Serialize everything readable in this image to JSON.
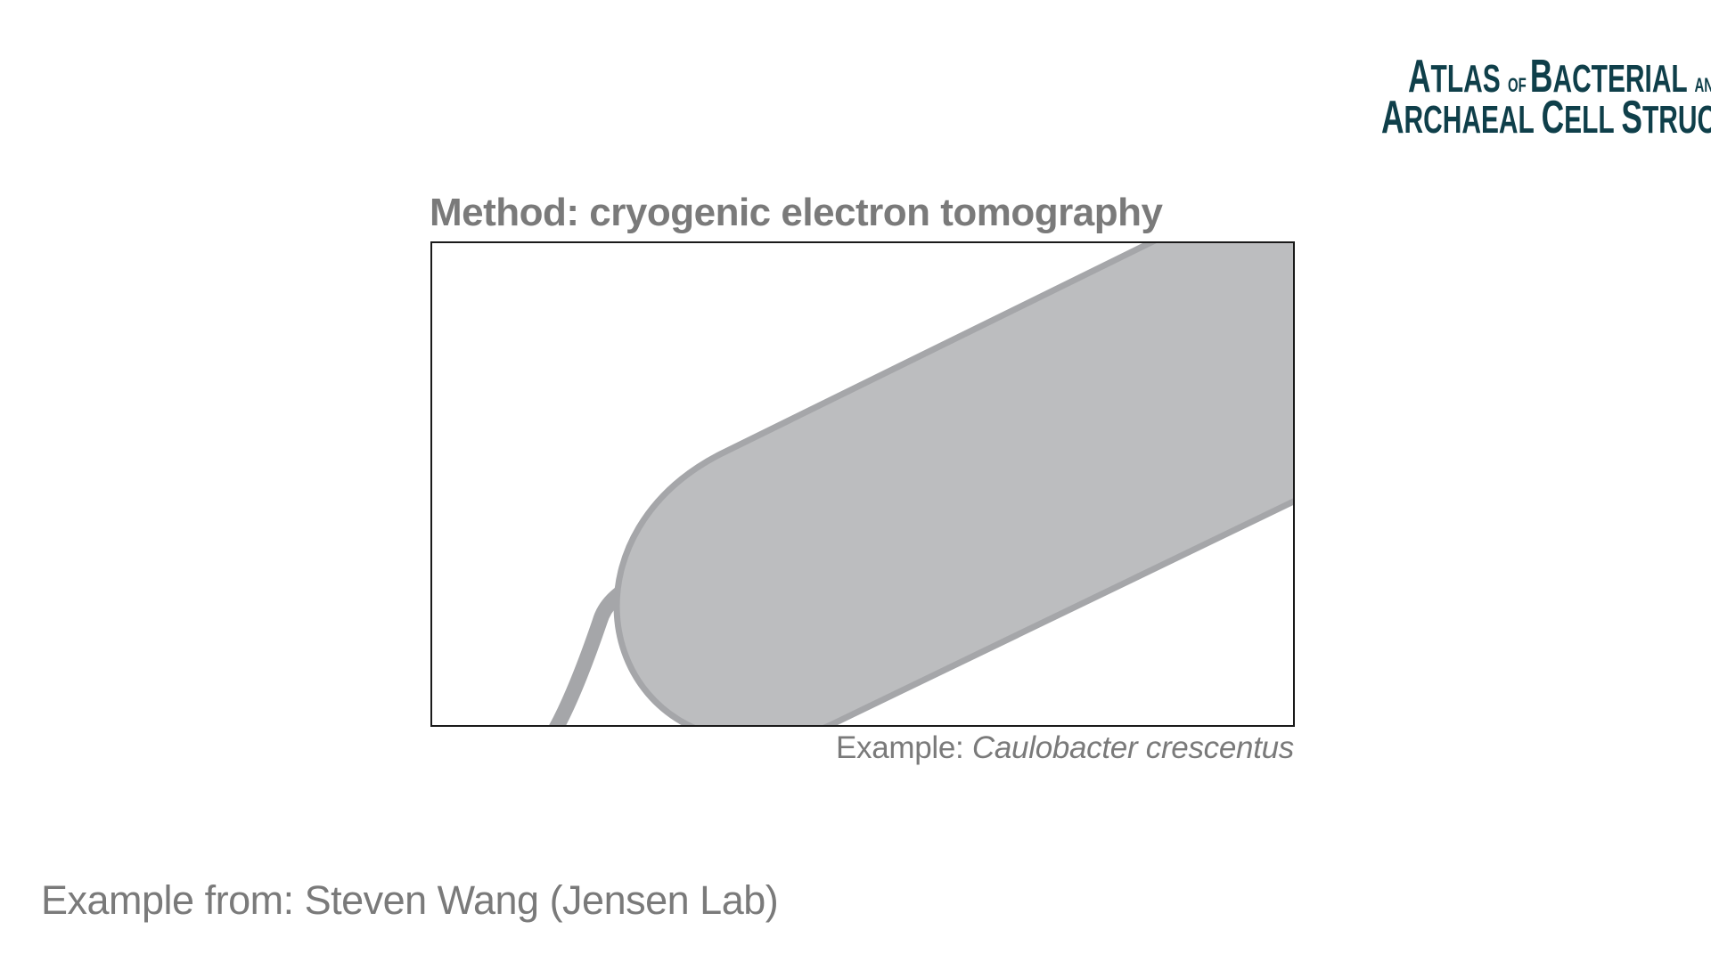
{
  "logo": {
    "line1_a": "A",
    "line1_b": "TLAS ",
    "line1_c": "OF ",
    "line1_d": "B",
    "line1_e": "ACTERIAL ",
    "line1_f": "AND",
    "line2_a": "A",
    "line2_b": "RCHAEAL ",
    "line2_c": "C",
    "line2_d": "ELL ",
    "line2_e": "S",
    "line2_f": "TRUCTURE",
    "color": "#0f3f4a"
  },
  "method_title": "Method: cryogenic electron tomography",
  "figure": {
    "cell_fill": "#bcbdbf",
    "cell_stroke": "#a5a6a9",
    "flagellum_stroke": "#a5a6a9",
    "frame_color": "#1a1a1a"
  },
  "example": {
    "prefix": "Example: ",
    "species": "Caulobacter crescentus"
  },
  "credit": "Example from: Steven Wang (Jensen Lab)"
}
